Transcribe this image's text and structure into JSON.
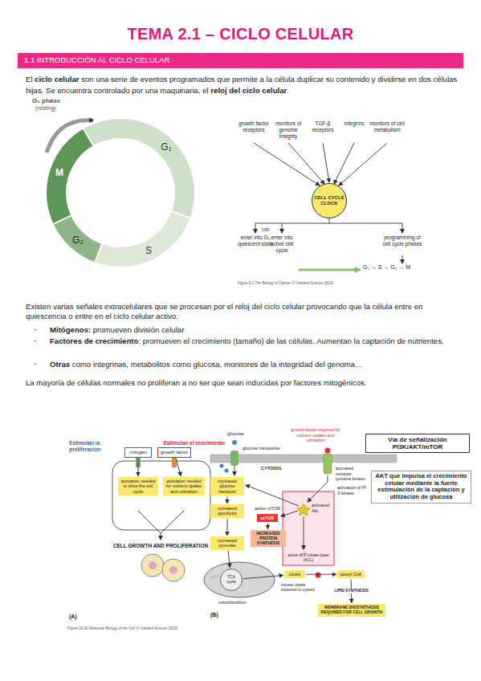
{
  "diagram": {
    "title": "TEMA 2.1 – CICLO CELULAR",
    "nodes": [
      {
        "text": [
          "1.1 INTRODUCCIÓN AL CICLO CELULAR"
        ]
      },
      {
        "text": [
          "CELL CYCLE CLOCK"
        ]
      },
      {
        "text": [
          "mitogen"
        ]
      },
      {
        "text": [
          "growth factor"
        ]
      },
      {
        "text": [
          "activation needed to drive the cell cycle"
        ]
      },
      {
        "text": [
          "activation needed for nutrient uptake and utilization"
        ]
      },
      {
        "text": [
          "increased glucose transport"
        ]
      },
      {
        "text": [
          "increased glycolysis"
        ]
      },
      {
        "text": [
          "increased pyruvate"
        ]
      },
      {
        "text": [
          "mTOR"
        ]
      },
      {
        "text": [
          "INCREASED PROTEIN SYNTHESIS"
        ]
      },
      {
        "text": [
          "TCA cycle"
        ]
      },
      {
        "text": [
          "citrate"
        ]
      },
      {
        "text": [
          "acetyl CoA"
        ]
      },
      {
        "text": [
          "MEMBRANE BIOSYNTHESIS REQUIRED FOR CELL GROWTH"
        ]
      },
      {
        "text": [
          "Vía de señalización PI3K/AKT/mTOR"
        ]
      },
      {
        "text": [
          "AKT que impulsa el crecimiento celular mediante la fuerte estimulación de la captación y utilización de glucosa"
        ]
      }
    ],
    "edges": [
      {
        "from": 2,
        "to": 4,
        "arrow": "to"
      },
      {
        "from": 3,
        "to": 5,
        "arrow": "to"
      },
      {
        "from": 6,
        "to": 7,
        "arrow": "to"
      },
      {
        "from": 7,
        "to": 8,
        "arrow": "to"
      },
      {
        "from": 8,
        "to": 11,
        "arrow": "to"
      },
      {
        "from": 11,
        "to": 12,
        "arrow": "to"
      },
      {
        "from": 12,
        "to": 13,
        "arrow": "to"
      },
      {
        "from": 13,
        "to": 14,
        "label": "LIPID SYNTHESIS",
        "arrow": "to"
      },
      {
        "from": 9,
        "to": 10,
        "arrow": "to"
      }
    ],
    "labels": [
      "El",
      "ciclo celular",
      "son una serie de eventos programados que permite a la célula duplicar su contenido y dividirse en dos células hijas. Se encuentra controlado por una maquinaria, el",
      "reloj del ciclo celular",
      ".",
      "G₀ phase",
      "(resting)",
      "G₁",
      "S",
      "G₂",
      "M",
      "growth factor receptors",
      "monitors of genome integrity",
      "TGF-β receptors",
      "integrins",
      "monitors of cell metabolism",
      "OR",
      "enter into G₀ quiescent state",
      "enter into active cell cycle",
      "programming of cell cycle phases",
      "G₁ → S → G₂ → M",
      "Figure 8.1 The Biology of Cancer (© Garland Science 2013)",
      "Existen varias señales extracelulares que se procesan por el reloj del ciclo celular provocando que la célula entre en quiescencia o entre en el ciclo celular activo.",
      "-",
      "Mitógenos:",
      "promueven división celular",
      "-",
      "Factores de crecimiento",
      ": promueven el crecimiento (tamaño) de las células. Aumentan la captación de nutrientes.",
      "-",
      "Otras",
      "como integrinas, metabolitos como glucosa, monitores de la integridad del genoma…",
      "La mayoría de células normales no proliferan a no ser que sean inducidas por factores mitogénicos.",
      "Estimulan la proliferación",
      "Estimulan el crecimiento",
      "CELL GROWTH AND PROLIFERATION",
      "(A)",
      "glucose",
      "glucose transporter",
      "CYTOSOL",
      "growth factor required for nutrient uptake and utilization",
      "activated receptor tyrosine kinase",
      "activation of PI 3-kinase",
      "activated Akt",
      "active mTOR",
      "active ATP citrate lyase (ACL)",
      "excess citrate exported to cytosol",
      "mitochondrion",
      "(B)",
      "Figure 20-30 Molecular Biology of the Cell (© Garland Science 2015)"
    ]
  }
}
